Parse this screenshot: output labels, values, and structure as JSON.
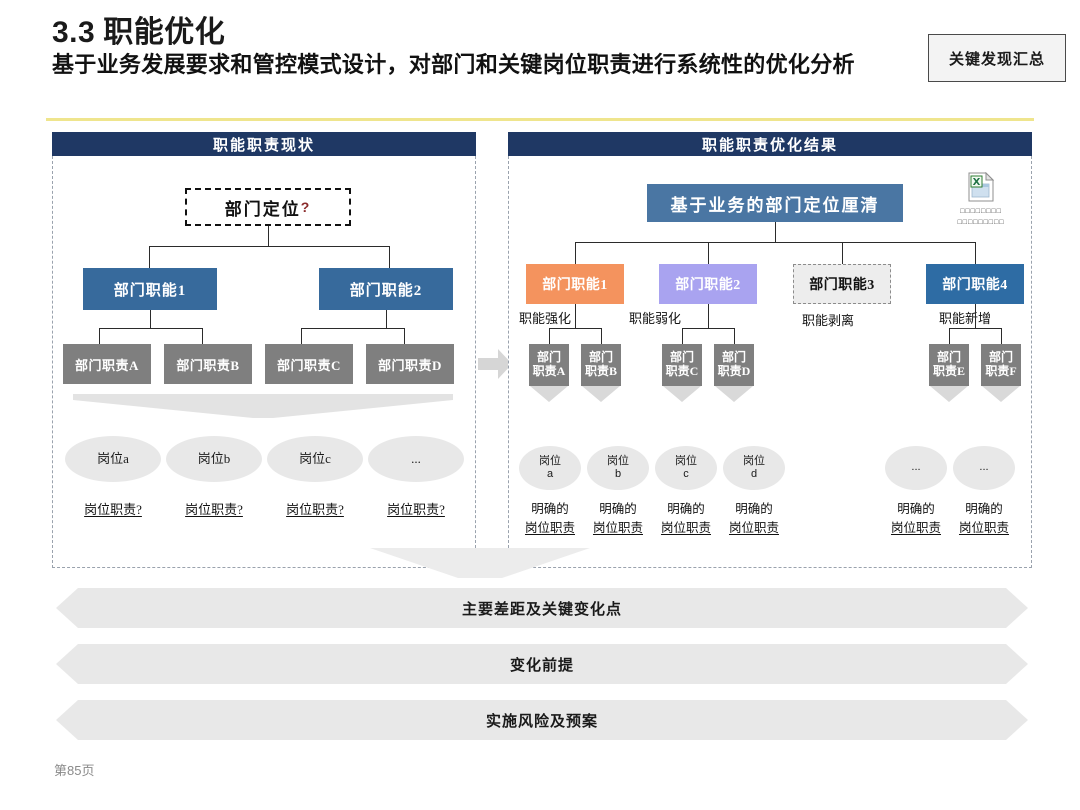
{
  "header": {
    "section_number": "3.3",
    "title": "职能优化",
    "subtitle": "基于业务发展要求和管控模式设计，对部门和关键岗位职责进行系统性的优化分析",
    "key_badge": "关键发现汇总"
  },
  "left_panel": {
    "header": "职能职责现状",
    "root": {
      "label": "部门定位",
      "suffix": "?"
    },
    "functions": [
      "部门职能1",
      "部门职能2"
    ],
    "duties": [
      "部门职责A",
      "部门职责B",
      "部门职责C",
      "部门职责D"
    ],
    "posts": [
      "岗位a",
      "岗位b",
      "岗位c",
      "..."
    ],
    "post_duties": [
      "岗位职责?",
      "岗位职责?",
      "岗位职责?",
      "岗位职责?"
    ]
  },
  "right_panel": {
    "header": "职能职责优化结果",
    "root": "基于业务的部门定位厘清",
    "attachment": {
      "icon": "excel-file-icon",
      "caption_line1": "□□□□□□□□",
      "caption_line2": "□□□□□□□□□"
    },
    "functions": [
      {
        "label": "部门职能1",
        "tag": "职能强化",
        "style": "orange"
      },
      {
        "label": "部门职能2",
        "tag": "职能弱化",
        "style": "purple"
      },
      {
        "label": "部门职能3",
        "tag": "职能剥离",
        "style": "gray-dashed"
      },
      {
        "label": "部门职能4",
        "tag": "职能新增",
        "style": "blue-dashed"
      }
    ],
    "duties": [
      {
        "line1": "部门",
        "line2": "职责A"
      },
      {
        "line1": "部门",
        "line2": "职责B"
      },
      {
        "line1": "部门",
        "line2": "职责C"
      },
      {
        "line1": "部门",
        "line2": "职责D"
      },
      {
        "line1": "部门",
        "line2": "职责E"
      },
      {
        "line1": "部门",
        "line2": "职责F"
      }
    ],
    "posts": [
      {
        "line1": "岗位",
        "line2": "a"
      },
      {
        "line1": "岗位",
        "line2": "b"
      },
      {
        "line1": "岗位",
        "line2": "c"
      },
      {
        "line1": "岗位",
        "line2": "d"
      },
      {
        "line1": "",
        "line2": "..."
      },
      {
        "line1": "",
        "line2": "..."
      }
    ],
    "post_duties": [
      {
        "line1": "明确的",
        "line2": "岗位职责"
      },
      {
        "line1": "明确的",
        "line2": "岗位职责"
      },
      {
        "line1": "明确的",
        "line2": "岗位职责"
      },
      {
        "line1": "明确的",
        "line2": "岗位职责"
      },
      {
        "line1": "明确的",
        "line2": "岗位职责"
      },
      {
        "line1": "明确的",
        "line2": "岗位职责"
      }
    ]
  },
  "banners": [
    "主要差距及关键变化点",
    "变化前提",
    "实施风险及预案"
  ],
  "footer": {
    "page": "第85页"
  },
  "colors": {
    "navy_header": "#1F3864",
    "yellow_rule": "#EFE58D",
    "function_blue": "#376A9C",
    "duty_gray": "#7F7F7F",
    "root_blue": "#4A76A3",
    "fn1_orange": "#F4935E",
    "fn2_purple": "#A9A3F0",
    "fn3_gray": "#EDEDED",
    "fn4_blue": "#2E6CA4",
    "banner_gray": "#E8E8E8",
    "oval_gray": "#E8E8E8"
  }
}
